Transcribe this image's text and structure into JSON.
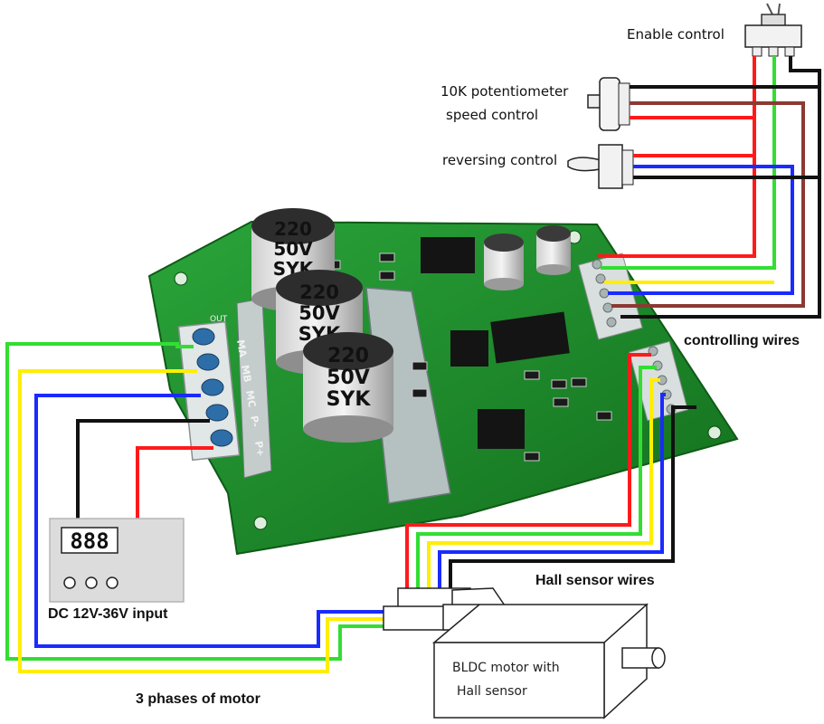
{
  "labels": {
    "enable_control": "Enable control",
    "potentiometer_line1": "10K potentiometer",
    "potentiometer_line2": "speed control",
    "reversing_control": "reversing control",
    "controlling_wires": "controlling wires",
    "hall_sensor_wires": "Hall sensor wires",
    "dc_input": "DC 12V-36V input",
    "three_phases": "3 phases of motor",
    "motor_line1": "BLDC  motor  with",
    "motor_line2": "Hall sensor"
  },
  "board": {
    "capacitor_top": [
      "220",
      "50V",
      "SYK"
    ],
    "capacitor_middle": [
      "220",
      "50V",
      "SYK"
    ],
    "capacitor_bottom": [
      "220",
      "50V",
      "SYK"
    ],
    "terminal_pins": [
      "MA",
      "MB",
      "MC",
      "P-",
      "P+"
    ],
    "terminal_out": "OUT"
  },
  "power_supply": {
    "display": "888"
  },
  "colors": {
    "board_green": "#1f8a2a",
    "wire_red": "#ff1a1a",
    "wire_green": "#33dd33",
    "wire_yellow": "#ffee00",
    "wire_blue": "#1a2bff",
    "wire_black": "#111111",
    "wire_brown": "#8b3a32"
  }
}
